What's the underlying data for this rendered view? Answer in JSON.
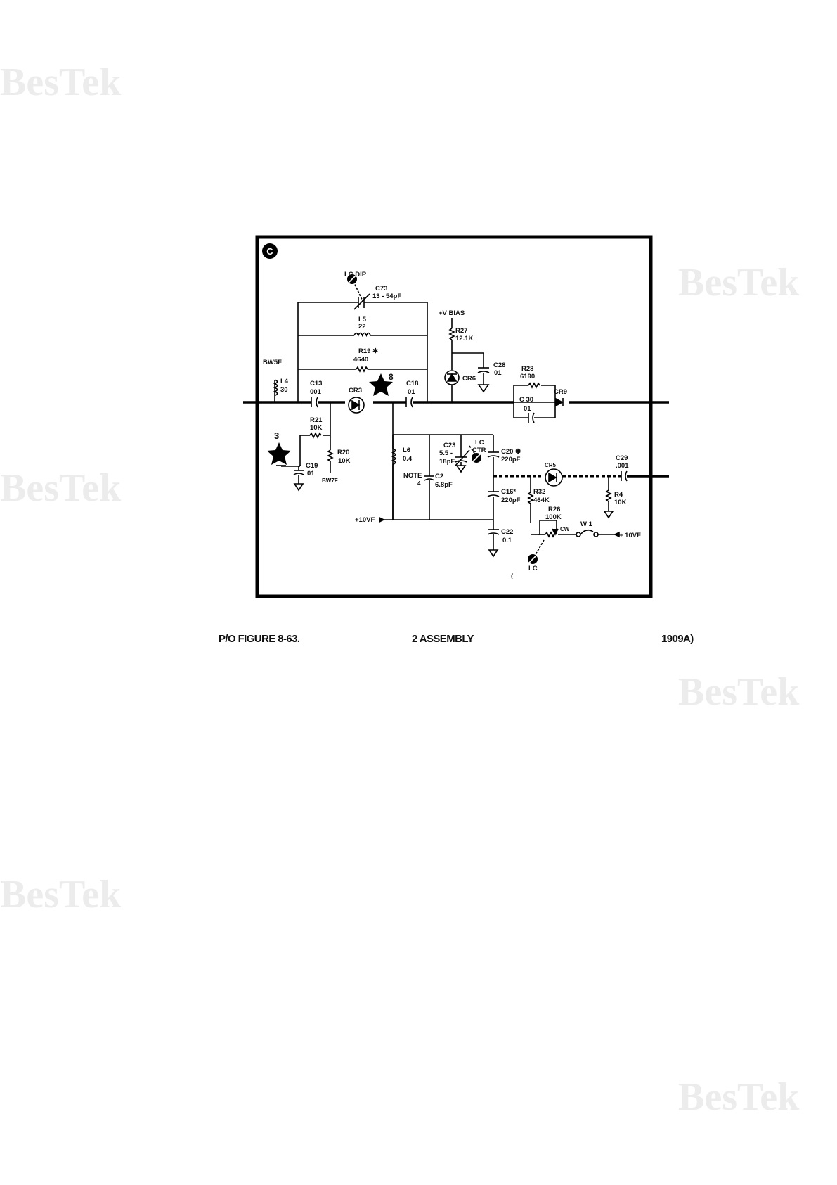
{
  "watermark": "BesTek",
  "corner_marker": "C",
  "labels": {
    "lc_dip": "LC DIP",
    "c73": "C73",
    "c73_val": "13 - 54pF",
    "v_bias": "+V BIAS",
    "l5": "L5",
    "l5_val": "22",
    "r27": "R27",
    "r27_val": "12.1K",
    "r19": "R19 ✱",
    "r19_val": "4640",
    "c28": "C28",
    "c28_val": "01",
    "r28": "R28",
    "r28_val": "6190",
    "bw5f": "BW5F",
    "l4": "L4",
    "l4_val": "30",
    "c13": "C13",
    "c13_val": "001",
    "cr3": "CR3",
    "tp8": "8",
    "c18": "C18",
    "c18_val": "01",
    "cr6": "CR6",
    "c30": "C 30",
    "c30_val": "01",
    "cr9": "CR9",
    "tp3": "3",
    "r21": "R21",
    "r21_val": "10K",
    "r20": "R20",
    "r20_val": "10K",
    "c19": "C19",
    "c19_val": "01",
    "bw7f": "BW7F",
    "l6": "L6",
    "l6_val": "0.4",
    "c23": "C23",
    "c23_val": "5.5 -",
    "c23_val2": "18pF",
    "lc_ctr": "LC",
    "lc_ctr2": "CTR",
    "c20": "C20 ✱",
    "c20_val": "220pF",
    "cr5": "CR5",
    "c29": "C29",
    "c29_val": ".001",
    "note": "NOTE",
    "note_num": "4",
    "c2": "C2",
    "c2_val": "6.8pF",
    "c16": "C16*",
    "c16_val": "220pF",
    "r32": "R32",
    "r32_val": "464K",
    "r4": "R4",
    "r4_val": "10K",
    "r26": "R26",
    "r26_val": "100K",
    "cw": "CW",
    "w1": "W 1",
    "v10f_left": "+10VF",
    "v10f_right": "+ 10VF",
    "c22": "C22",
    "c22_val": "0.1",
    "lc_bottom": "LC",
    "stray_mark": "("
  },
  "caption": {
    "left": "P/O FIGURE 8-63.",
    "center": "2 ASSEMBLY",
    "right": "1909A)"
  }
}
